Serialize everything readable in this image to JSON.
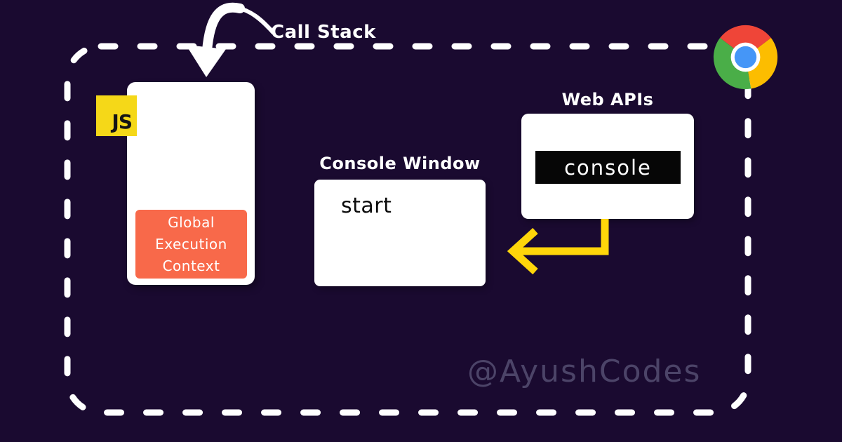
{
  "canvas": {
    "background": "#1a0a30",
    "border_color": "#ffffff"
  },
  "call_stack": {
    "label": "Call Stack",
    "js_badge": "JS",
    "js_badge_color": "#f5d818",
    "context": {
      "lines": [
        "Global",
        "Execution",
        "Context"
      ],
      "color": "#f8694a"
    }
  },
  "console_window": {
    "label": "Console Window",
    "output": "start"
  },
  "web_apis": {
    "label": "Web APIs",
    "items": [
      {
        "label": "console"
      }
    ]
  },
  "flow_arrow_color": "#ffd60a",
  "watermark": "@AyushCodes",
  "icons": {
    "curved_arrow": "curved-arrow-icon",
    "flow_arrow": "flow-arrow-icon",
    "chrome": {
      "name": "chrome-icon",
      "red": "#ef4538",
      "green": "#4aae48",
      "yellow": "#fcbd00",
      "blue": "#4596f7",
      "ring": "#ffffff"
    }
  }
}
